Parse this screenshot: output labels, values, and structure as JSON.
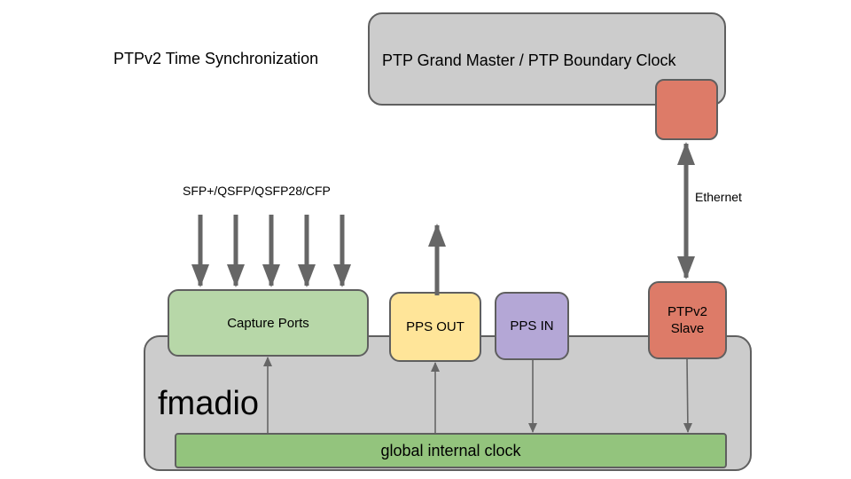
{
  "title": "PTPv2 Time Synchronization",
  "grand_master": {
    "label": "PTP Grand Master / PTP Boundary Clock"
  },
  "link": {
    "label": "Ethernet"
  },
  "inputs": {
    "label": "SFP+/QSFP/QSFP28/CFP"
  },
  "device": {
    "name": "fmadio",
    "capture_ports": "Capture Ports",
    "pps_out": "PPS OUT",
    "pps_in": "PPS IN",
    "ptp_slave": "PTPv2\nSlave",
    "clock": "global internal clock"
  },
  "colors": {
    "grey_box": "#cccccc",
    "port_red": "#dd7b68",
    "capture_green": "#b7d7a8",
    "pps_out_yellow": "#ffe599",
    "pps_in_purple": "#b4a7d6",
    "clock_green": "#93c47d",
    "arrow": "#666666"
  }
}
